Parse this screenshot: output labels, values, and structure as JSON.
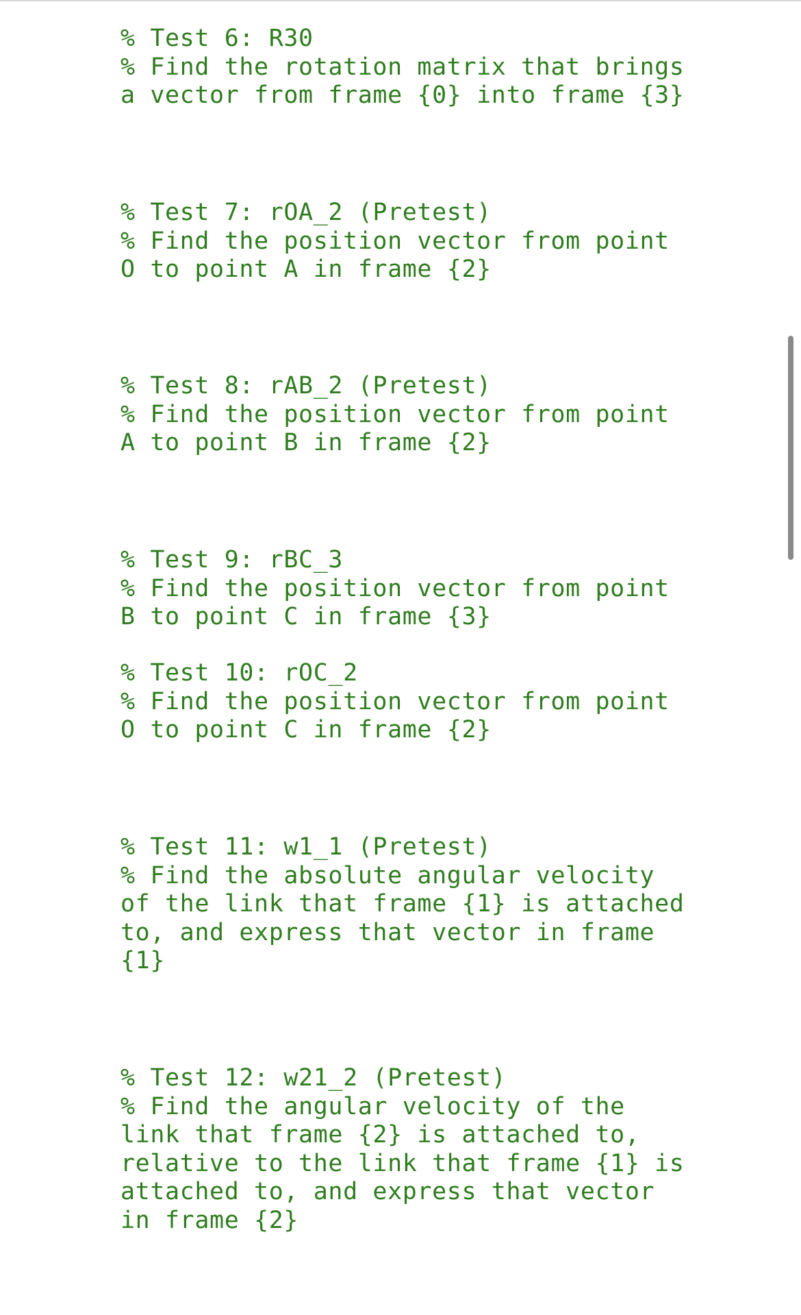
{
  "blocks": [
    {
      "lines": [
        "% Test 6: R30",
        "% Find the rotation matrix that brings",
        "a vector from frame {0} into frame {3}"
      ]
    },
    {
      "lines": [
        "% Test 7: rOA_2 (Pretest)",
        "% Find the position vector from point",
        "O to point A in frame {2}"
      ]
    },
    {
      "lines": [
        "% Test 8: rAB_2 (Pretest)",
        "% Find the position vector from point",
        "A to point B in frame {2}"
      ]
    },
    {
      "lines": [
        "% Test 9: rBC_3",
        "% Find the position vector from point",
        "B to point C in frame {3}"
      ]
    },
    {
      "lines": [
        "% Test 10: rOC_2",
        "% Find the position vector from point",
        "O to point C in frame {2}"
      ]
    },
    {
      "lines": [
        "% Test 11: w1_1 (Pretest)",
        "% Find the absolute angular velocity",
        "of the link that frame {1} is attached",
        "to, and express that vector in frame",
        "{1}"
      ]
    },
    {
      "lines": [
        "% Test 12: w21_2 (Pretest)",
        "% Find the angular velocity of the",
        "link that frame {2} is attached to,",
        "relative to the link that frame {1} is",
        "attached to, and express that vector",
        "in frame {2}"
      ]
    }
  ],
  "colors": {
    "code_text": "#2f7d1f",
    "background": "#ffffff",
    "scrollbar": "#8a8a8a"
  }
}
